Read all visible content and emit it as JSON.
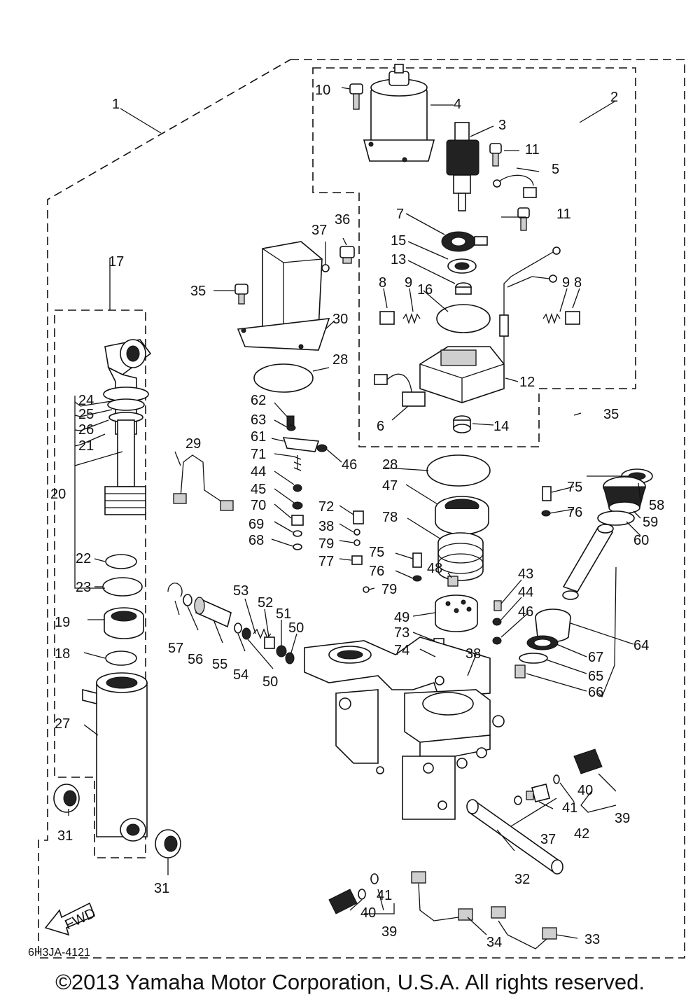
{
  "diagram": {
    "drawing_code": "6H3JA-4121",
    "fwd_label": "FWD",
    "copyright": "©2013 Yamaha Motor Corporation, U.S.A. All rights reserved."
  },
  "callouts": [
    {
      "id": "c1",
      "text": "1"
    },
    {
      "id": "c2",
      "text": "2"
    },
    {
      "id": "c3",
      "text": "3"
    },
    {
      "id": "c4",
      "text": "4"
    },
    {
      "id": "c5",
      "text": "5"
    },
    {
      "id": "c6",
      "text": "6"
    },
    {
      "id": "c7",
      "text": "7"
    },
    {
      "id": "c8a",
      "text": "8"
    },
    {
      "id": "c8b",
      "text": "8"
    },
    {
      "id": "c9a",
      "text": "9"
    },
    {
      "id": "c9b",
      "text": "9"
    },
    {
      "id": "c10",
      "text": "10"
    },
    {
      "id": "c11a",
      "text": "11"
    },
    {
      "id": "c11b",
      "text": "11"
    },
    {
      "id": "c12",
      "text": "12"
    },
    {
      "id": "c13",
      "text": "13"
    },
    {
      "id": "c14",
      "text": "14"
    },
    {
      "id": "c15",
      "text": "15"
    },
    {
      "id": "c16",
      "text": "16"
    },
    {
      "id": "c17",
      "text": "17"
    },
    {
      "id": "c18",
      "text": "18"
    },
    {
      "id": "c19",
      "text": "19"
    },
    {
      "id": "c20",
      "text": "20"
    },
    {
      "id": "c21",
      "text": "21"
    },
    {
      "id": "c22",
      "text": "22"
    },
    {
      "id": "c23",
      "text": "23"
    },
    {
      "id": "c24",
      "text": "24"
    },
    {
      "id": "c25",
      "text": "25"
    },
    {
      "id": "c26",
      "text": "26"
    },
    {
      "id": "c27",
      "text": "27"
    },
    {
      "id": "c28a",
      "text": "28"
    },
    {
      "id": "c28b",
      "text": "28"
    },
    {
      "id": "c29",
      "text": "29"
    },
    {
      "id": "c30",
      "text": "30"
    },
    {
      "id": "c31a",
      "text": "31"
    },
    {
      "id": "c31b",
      "text": "31"
    },
    {
      "id": "c32",
      "text": "32"
    },
    {
      "id": "c33",
      "text": "33"
    },
    {
      "id": "c34",
      "text": "34"
    },
    {
      "id": "c35a",
      "text": "35"
    },
    {
      "id": "c35b",
      "text": "35"
    },
    {
      "id": "c36",
      "text": "36"
    },
    {
      "id": "c37a",
      "text": "37"
    },
    {
      "id": "c37b",
      "text": "37"
    },
    {
      "id": "c38a",
      "text": "38"
    },
    {
      "id": "c38b",
      "text": "38"
    },
    {
      "id": "c39a",
      "text": "39"
    },
    {
      "id": "c39b",
      "text": "39"
    },
    {
      "id": "c40a",
      "text": "40"
    },
    {
      "id": "c40b",
      "text": "40"
    },
    {
      "id": "c41a",
      "text": "41"
    },
    {
      "id": "c41b",
      "text": "41"
    },
    {
      "id": "c42",
      "text": "42"
    },
    {
      "id": "c43",
      "text": "43"
    },
    {
      "id": "c44a",
      "text": "44"
    },
    {
      "id": "c44b",
      "text": "44"
    },
    {
      "id": "c45",
      "text": "45"
    },
    {
      "id": "c46a",
      "text": "46"
    },
    {
      "id": "c46b",
      "text": "46"
    },
    {
      "id": "c47",
      "text": "47"
    },
    {
      "id": "c48",
      "text": "48"
    },
    {
      "id": "c49",
      "text": "49"
    },
    {
      "id": "c50a",
      "text": "50"
    },
    {
      "id": "c50b",
      "text": "50"
    },
    {
      "id": "c51",
      "text": "51"
    },
    {
      "id": "c52",
      "text": "52"
    },
    {
      "id": "c53",
      "text": "53"
    },
    {
      "id": "c54",
      "text": "54"
    },
    {
      "id": "c55",
      "text": "55"
    },
    {
      "id": "c56",
      "text": "56"
    },
    {
      "id": "c57",
      "text": "57"
    },
    {
      "id": "c58",
      "text": "58"
    },
    {
      "id": "c59",
      "text": "59"
    },
    {
      "id": "c60",
      "text": "60"
    },
    {
      "id": "c61",
      "text": "61"
    },
    {
      "id": "c62",
      "text": "62"
    },
    {
      "id": "c63",
      "text": "63"
    },
    {
      "id": "c64",
      "text": "64"
    },
    {
      "id": "c65",
      "text": "65"
    },
    {
      "id": "c66",
      "text": "66"
    },
    {
      "id": "c67",
      "text": "67"
    },
    {
      "id": "c68",
      "text": "68"
    },
    {
      "id": "c69",
      "text": "69"
    },
    {
      "id": "c70",
      "text": "70"
    },
    {
      "id": "c71",
      "text": "71"
    },
    {
      "id": "c72",
      "text": "72"
    },
    {
      "id": "c73",
      "text": "73"
    },
    {
      "id": "c74",
      "text": "74"
    },
    {
      "id": "c75a",
      "text": "75"
    },
    {
      "id": "c75b",
      "text": "75"
    },
    {
      "id": "c76a",
      "text": "76"
    },
    {
      "id": "c76b",
      "text": "76"
    },
    {
      "id": "c77",
      "text": "77"
    },
    {
      "id": "c78",
      "text": "78"
    },
    {
      "id": "c79a",
      "text": "79"
    },
    {
      "id": "c79b",
      "text": "79"
    }
  ]
}
